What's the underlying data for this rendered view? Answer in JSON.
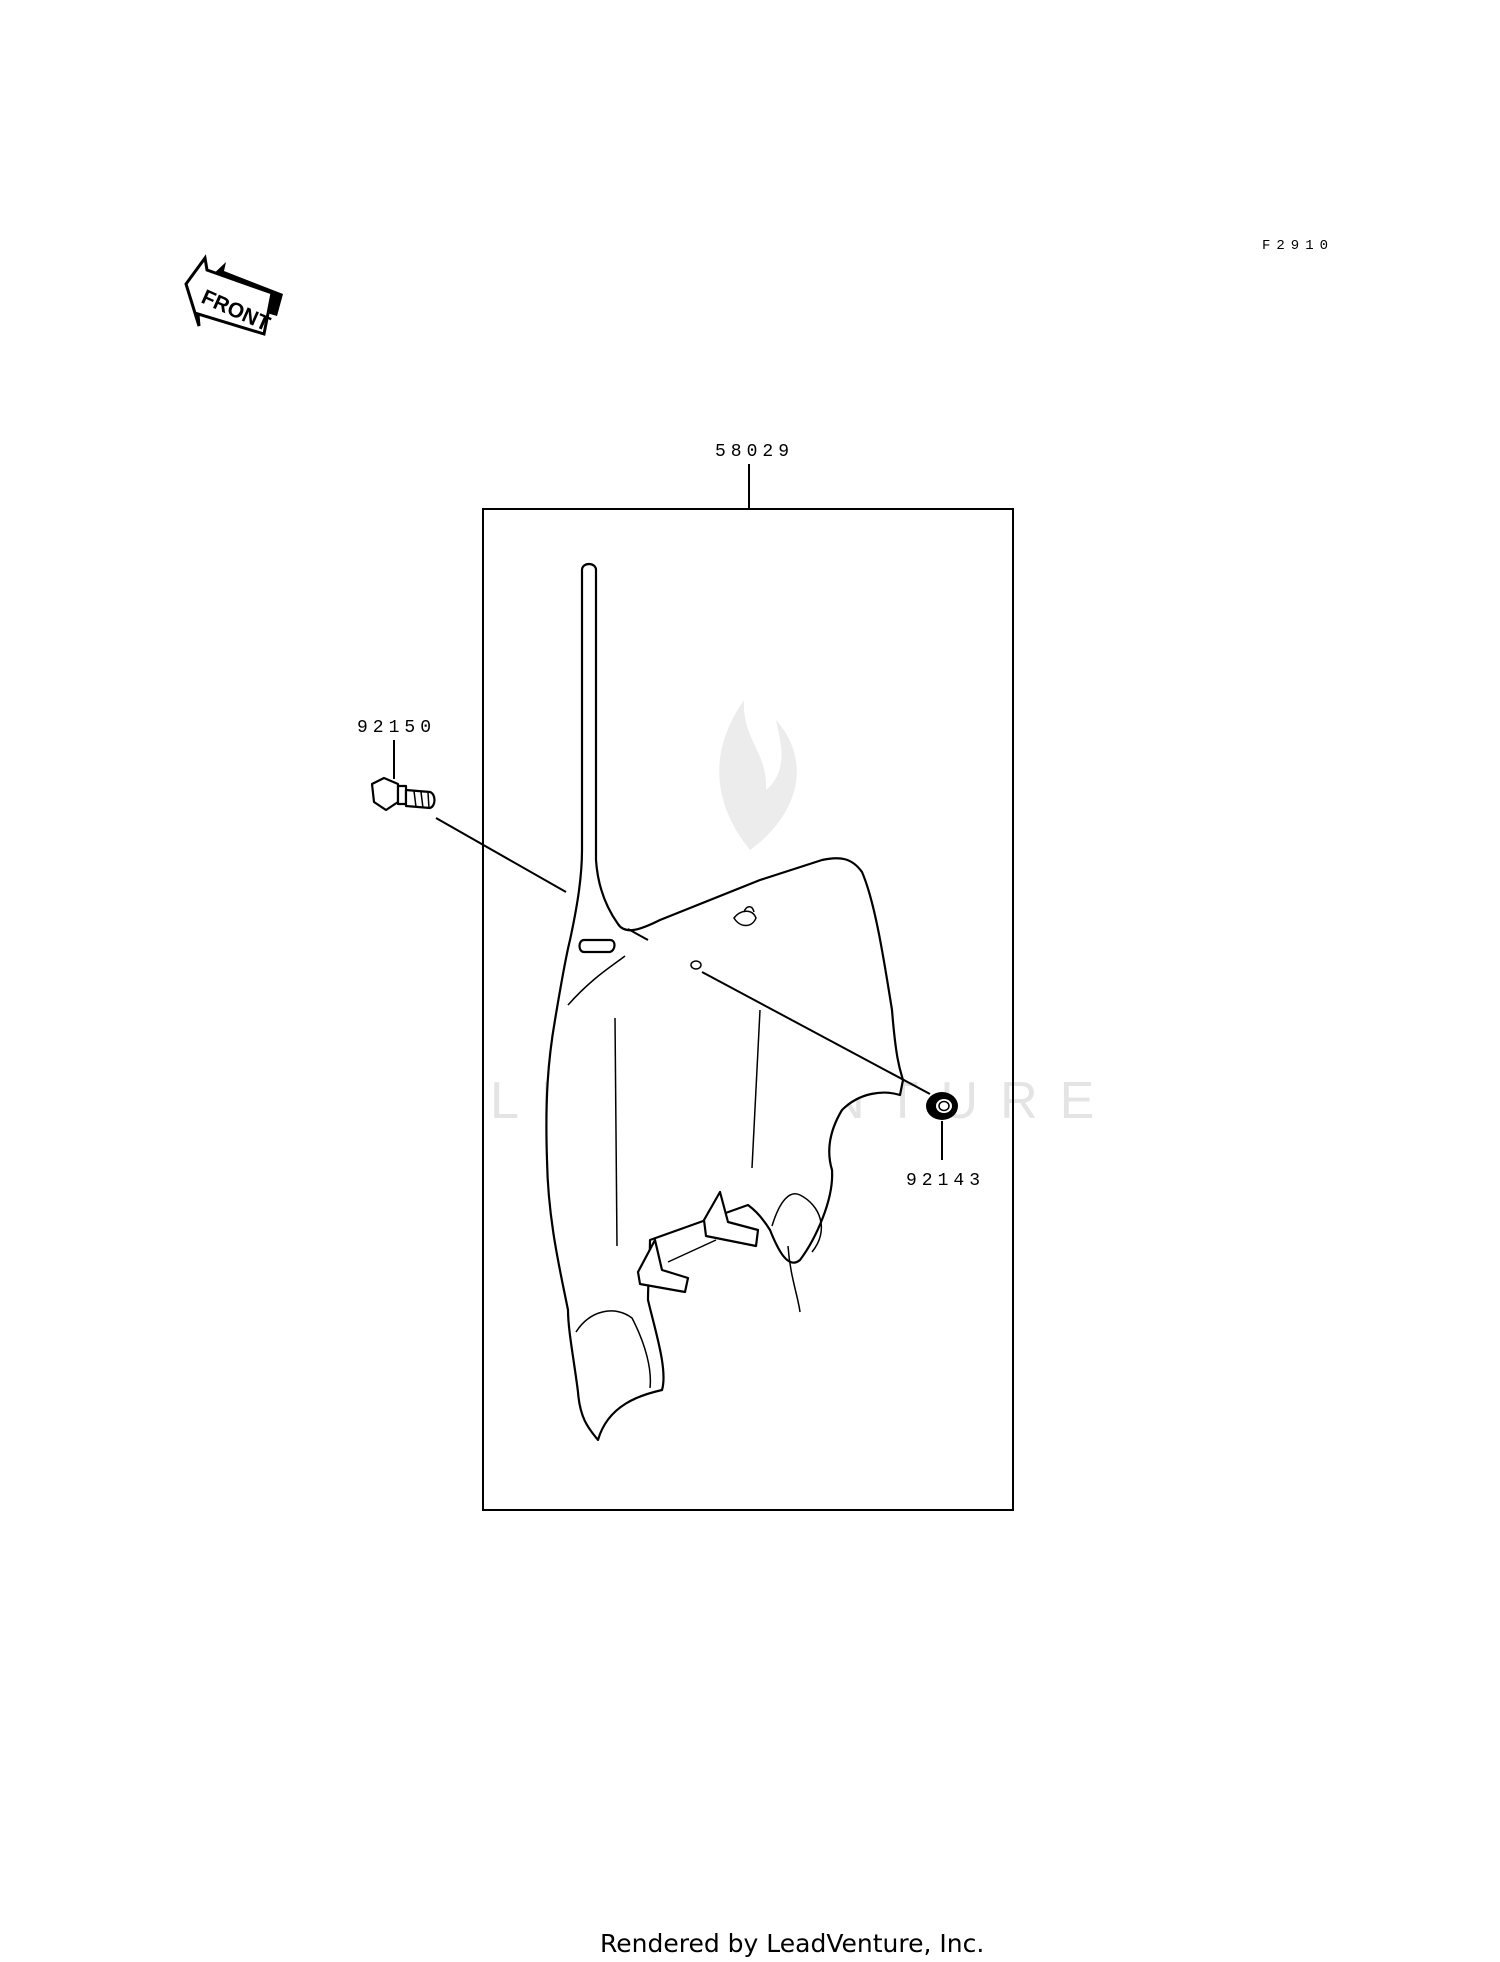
{
  "figure_code": "F2910",
  "front_label": "FRONT",
  "watermark": "LEADVENTURE",
  "footer": "Rendered by LeadVenture, Inc.",
  "parts": {
    "main": {
      "number": "58029"
    },
    "bolt": {
      "number": "92150"
    },
    "grommet": {
      "number": "92143"
    }
  }
}
